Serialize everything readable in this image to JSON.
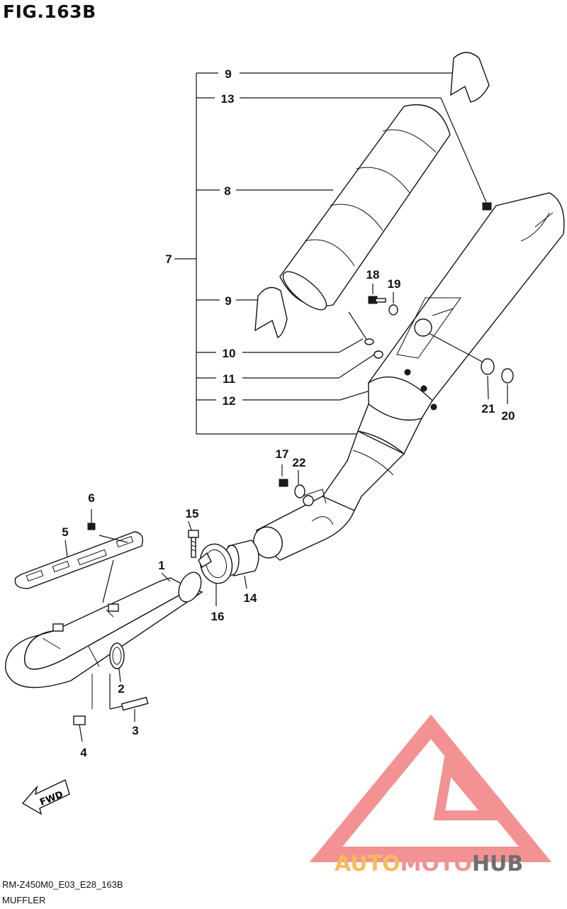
{
  "figure": {
    "title": "FIG.163B",
    "code": "RM-Z450M0_E03_E28_163B",
    "caption": "MUFFLER"
  },
  "callouts": {
    "c1": "1",
    "c2": "2",
    "c3": "3",
    "c4": "4",
    "c5": "5",
    "c6": "6",
    "c7": "7",
    "c8": "8",
    "c9a": "9",
    "c9b": "9",
    "c10": "10",
    "c11": "11",
    "c12": "12",
    "c13": "13",
    "c14": "14",
    "c15": "15",
    "c16": "16",
    "c17": "17",
    "c18": "18",
    "c19": "19",
    "c20": "20",
    "c21": "21",
    "c22": "22"
  },
  "direction_marker": "FWD",
  "watermark": {
    "text_auto": "AUTO",
    "text_moto": "MOTO",
    "text_hub": "HUB",
    "color_triangle": "#f08080",
    "color_auto": "#f5b041",
    "color_moto": "#f08080",
    "color_hub": "#555555"
  }
}
